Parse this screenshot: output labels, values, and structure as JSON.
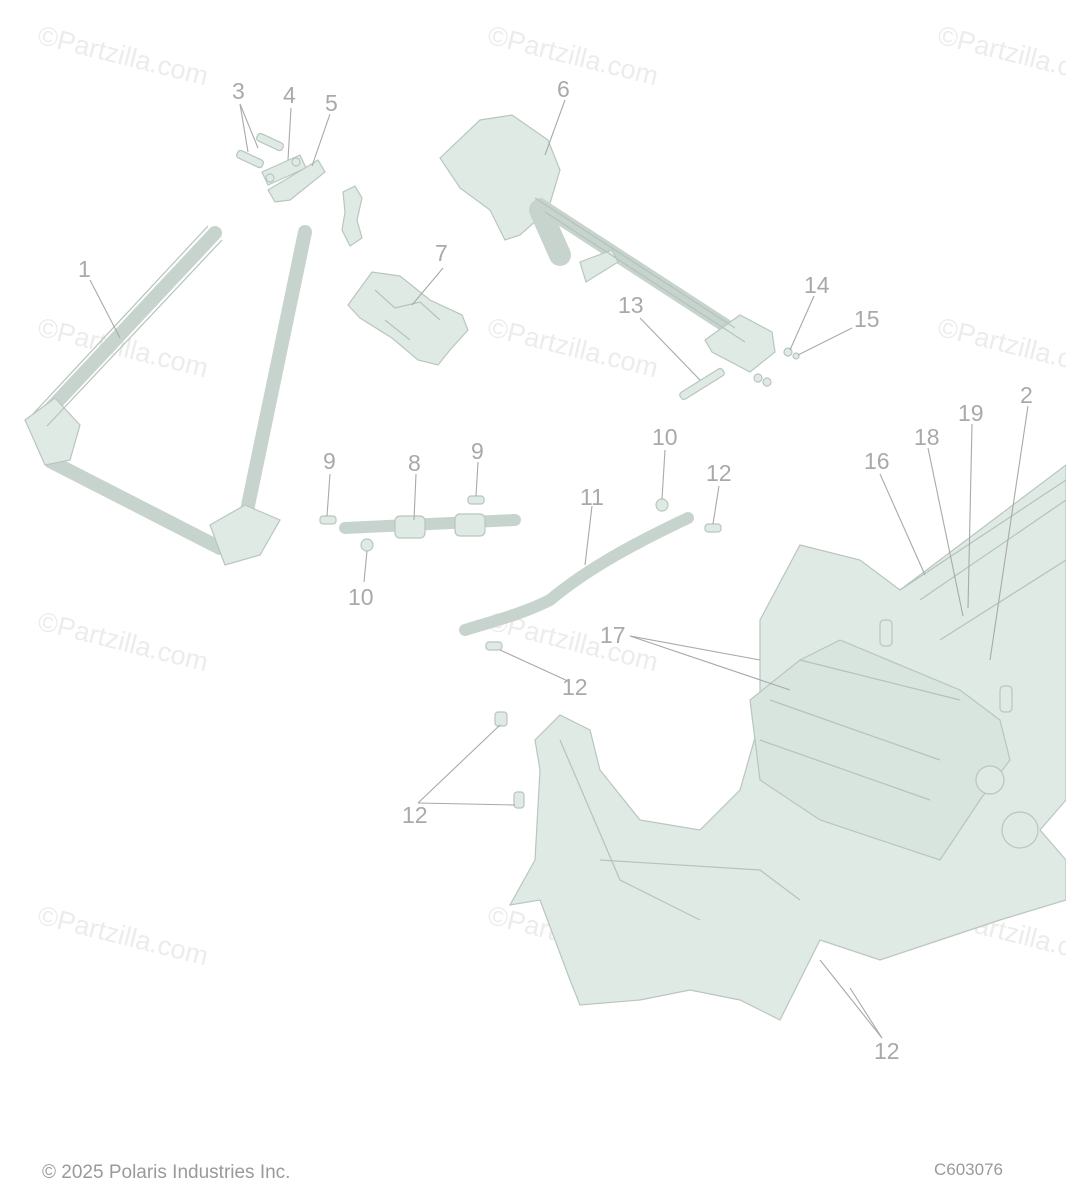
{
  "watermark_text": "©Partzilla.com",
  "callouts": {
    "c1": "1",
    "c2": "2",
    "c3": "3",
    "c4": "4",
    "c5": "5",
    "c6": "6",
    "c7": "7",
    "c8": "8",
    "c9a": "9",
    "c9b": "9",
    "c10a": "10",
    "c10b": "10",
    "c11": "11",
    "c12a": "12",
    "c12b": "12",
    "c12c": "12",
    "c12d": "12",
    "c13": "13",
    "c14": "14",
    "c15": "15",
    "c16": "16",
    "c17": "17",
    "c18": "18",
    "c19": "19"
  },
  "footer": {
    "copyright": "© 2025 Polaris Industries Inc.",
    "code": "C603076"
  },
  "colors": {
    "part_fill": "#e0eae5",
    "part_stroke": "#b8c6bf",
    "callout_text": "#a9a9a9",
    "watermark": "#ececec"
  }
}
